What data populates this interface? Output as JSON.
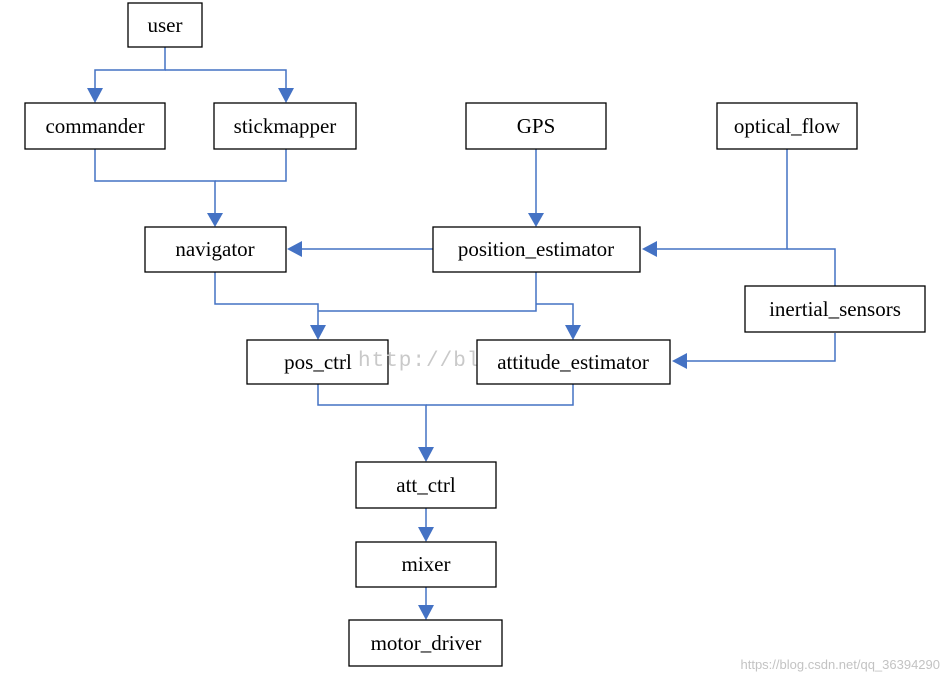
{
  "nodes": {
    "user": "user",
    "commander": "commander",
    "stickmapper": "stickmapper",
    "gps": "GPS",
    "optical_flow": "optical_flow",
    "navigator": "navigator",
    "position_estimator": "position_estimator",
    "inertial_sensors": "inertial_sensors",
    "pos_ctrl": "pos_ctrl",
    "attitude_estimator": "attitude_estimator",
    "att_ctrl": "att_ctrl",
    "mixer": "mixer",
    "motor_driver": "motor_driver"
  },
  "watermark": {
    "center": "http://blog.csdn.net/",
    "corner": "https://blog.csdn.net/qq_36394290"
  },
  "colors": {
    "edge": "#4472C4",
    "box_border": "#000000"
  }
}
